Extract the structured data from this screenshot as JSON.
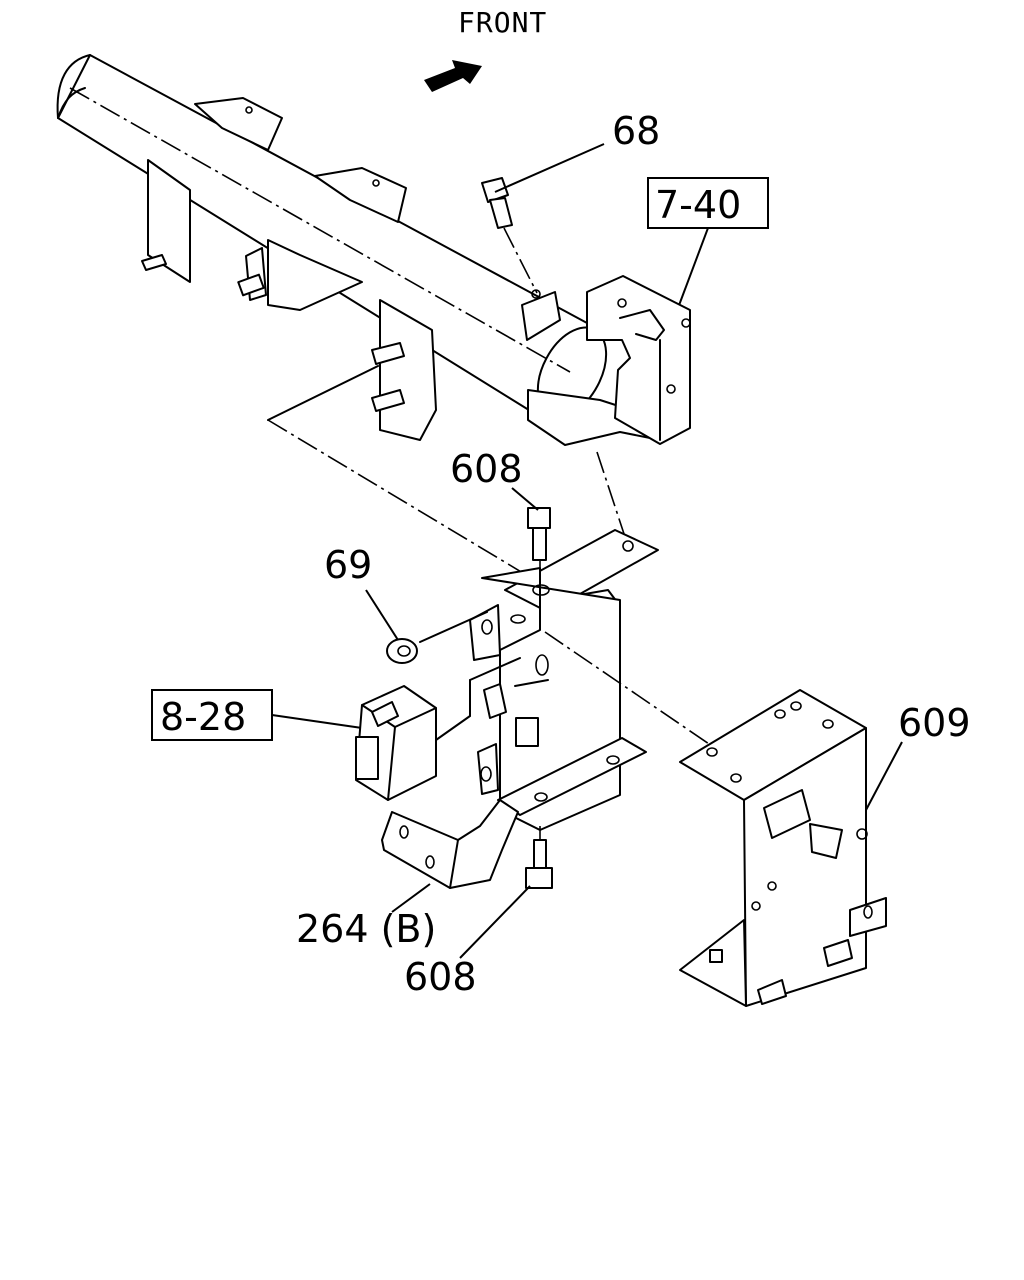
{
  "direction_label": "FRONT",
  "callouts": {
    "bolt_top": "68",
    "ref_top": "7-40",
    "bolt_mid": "608",
    "nut": "69",
    "ref_module": "8-28",
    "bracket_right": "609",
    "bracket_lower": "264 (B)",
    "bolt_bottom": "608"
  }
}
